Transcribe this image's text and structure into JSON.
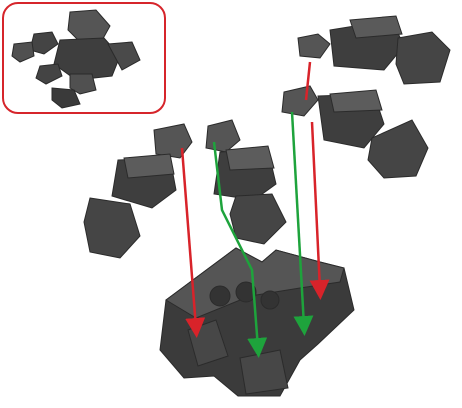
{
  "figure": {
    "kind": "assembly-instruction-illustration",
    "inset": {
      "border_color": "#d6252b",
      "content": "assembled-part-preview"
    },
    "parts": [
      {
        "name": "rear-right-leg"
      },
      {
        "name": "front-right-leg"
      },
      {
        "name": "rear-left-leg"
      },
      {
        "name": "front-left-leg"
      },
      {
        "name": "body-base-plate"
      }
    ],
    "arrows": [
      {
        "name": "arrow-red-1",
        "color": "#d8232a"
      },
      {
        "name": "arrow-green-1",
        "color": "#1ea33c"
      },
      {
        "name": "arrow-red-2",
        "color": "#d8232a"
      },
      {
        "name": "arrow-green-2",
        "color": "#1ea33c"
      },
      {
        "name": "arrow-red-3",
        "color": "#d8232a"
      }
    ],
    "colors": {
      "part_dark": "#3d3d3d",
      "part_mid": "#555555",
      "part_light": "#6a6a6a",
      "background": "#ffffff"
    }
  }
}
